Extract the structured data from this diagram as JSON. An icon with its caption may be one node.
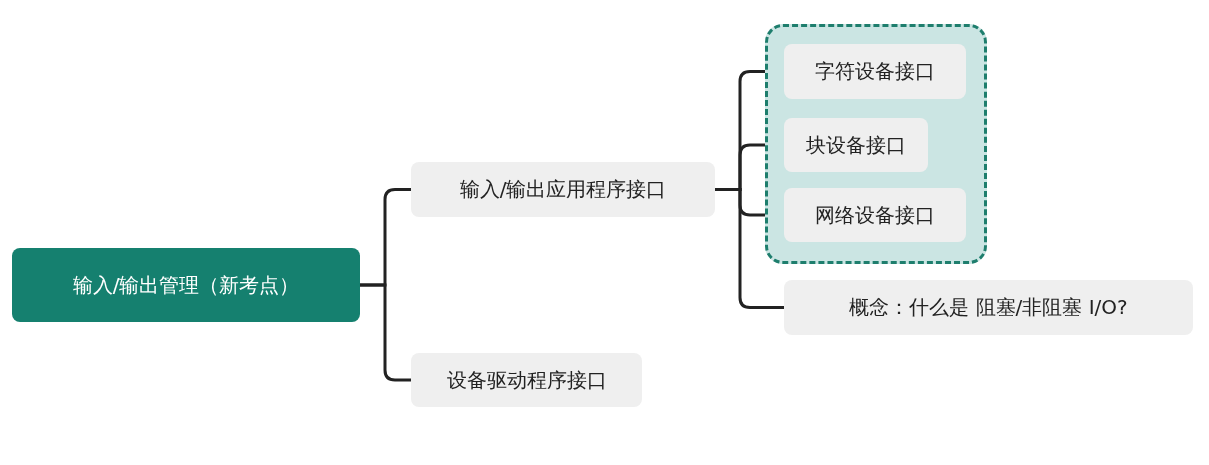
{
  "diagram": {
    "nodes": [
      {
        "text": [
          "输入/输出管理（新考点）"
        ]
      },
      {
        "text": [
          "输入/输出应用程序接口"
        ]
      },
      {
        "text": [
          "设备驱动程序接口"
        ]
      },
      {
        "text": [],
        "shape": "box"
      },
      {
        "text": [
          "字符设备接口"
        ],
        "in": 3
      },
      {
        "text": [
          "块设备接口"
        ],
        "in": 3
      },
      {
        "text": [
          "网络设备接口"
        ],
        "in": 3
      },
      {
        "text": [
          "概念：什么是 阻塞/非阻塞 I/O?"
        ]
      }
    ],
    "edges": [
      {
        "from": 0,
        "to": 1,
        "arrow": "none"
      },
      {
        "from": 0,
        "to": 2,
        "arrow": "none"
      },
      {
        "from": 1,
        "to": 4,
        "arrow": "none"
      },
      {
        "from": 1,
        "to": 5,
        "arrow": "none"
      },
      {
        "from": 1,
        "to": 6,
        "arrow": "none"
      },
      {
        "from": 1,
        "to": 7,
        "arrow": "none"
      }
    ]
  }
}
